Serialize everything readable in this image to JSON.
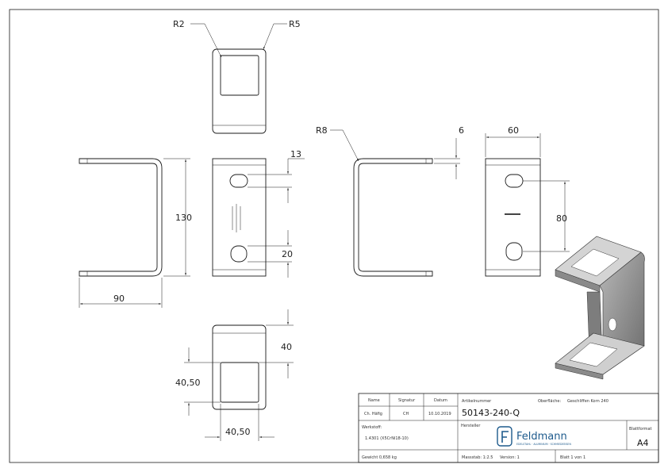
{
  "dimensions": {
    "r2": "R2",
    "r5": "R5",
    "d130": "130",
    "d90": "90",
    "d13": "13",
    "d20": "20",
    "d40": "40",
    "d40_50_vertical": "40,50",
    "d40_50_horizontal": "40,50",
    "r8": "R8",
    "d6": "6",
    "d60": "60",
    "d80": "80"
  },
  "title_block": {
    "name_label": "Name",
    "signature_label": "Signatur",
    "date_label": "Datum",
    "name_value": "Ch. Häfig",
    "signature_value": "CH",
    "date_value": "10.10.2019",
    "article_number_label": "Artikelnummer",
    "article_number": "50143-240-Q",
    "surface_label": "Oberfläche:",
    "surface_value": "Geschliffen Korn 240",
    "material_label": "Werkstoff:",
    "material_value": "1.4301 (X5CrNi18-10)",
    "manufacturer_label": "Hersteller",
    "brand_name": "Feldmann",
    "brand_tagline": "EDELSTAHL · ALUMINIUM · SCHMIEDEEISEN",
    "sheet_format_label": "Blattformat",
    "sheet_format": "A4",
    "weight": "Gewicht 0,658 kg",
    "scale": "Massstab: 1:2.5",
    "version": "Version: 1",
    "sheet": "Blatt 1 von 1"
  }
}
